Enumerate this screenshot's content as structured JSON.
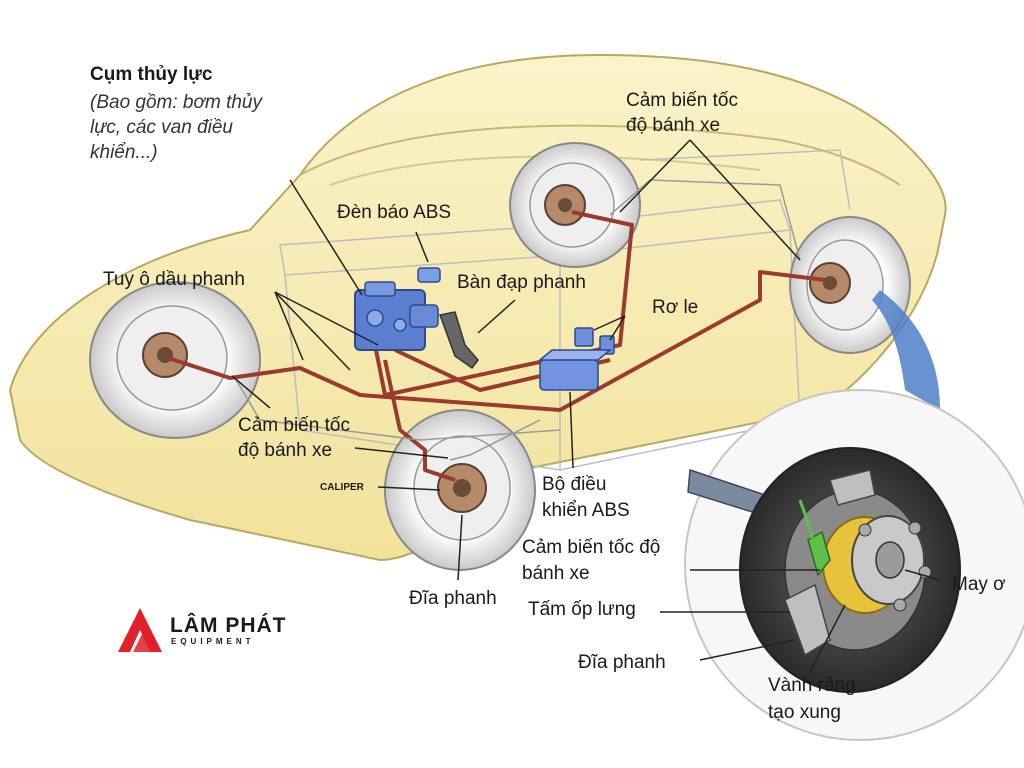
{
  "diagram": {
    "labels": {
      "hydraulic_unit_title": "Cụm thủy lực",
      "hydraulic_unit_note_1": "(Bao gồm: bơm thủy",
      "hydraulic_unit_note_2": "lực, các van điều",
      "hydraulic_unit_note_3": "khiển...)",
      "wheel_speed_sensor_top_1": "Cảm biến tốc",
      "wheel_speed_sensor_top_2": "độ bánh xe",
      "abs_warning_light": "Đèn báo ABS",
      "brake_pedal": "Bàn đạp phanh",
      "brake_line": "Tuy ô dầu phanh",
      "relay": "Rơ le",
      "wheel_speed_sensor_left_1": "Cảm biến tốc",
      "wheel_speed_sensor_left_2": "độ bánh xe",
      "caliper": "CALIPER",
      "abs_controller_1": "Bộ điều",
      "abs_controller_2": "khiển ABS",
      "brake_disc_front": "Đĩa phanh",
      "wheel_speed_sensor_detail_1": "Cảm biến tốc độ",
      "wheel_speed_sensor_detail_2": "bánh xe",
      "backing_plate": "Tấm ốp lưng",
      "brake_disc_detail": "Đĩa phanh",
      "wheel_hub": "May ơ",
      "tone_ring_1": "Vành răng",
      "tone_ring_2": "tạo xung"
    }
  },
  "brand": {
    "name": "LÂM PHÁT",
    "sub": "EQUIPMENT",
    "color": "#e0202a"
  },
  "colors": {
    "car_body": "#f5e9b0",
    "brake_line": "#9b3a2f",
    "hydraulic_unit": "#4f72c4",
    "detail_beam": "#4f7fc9"
  }
}
